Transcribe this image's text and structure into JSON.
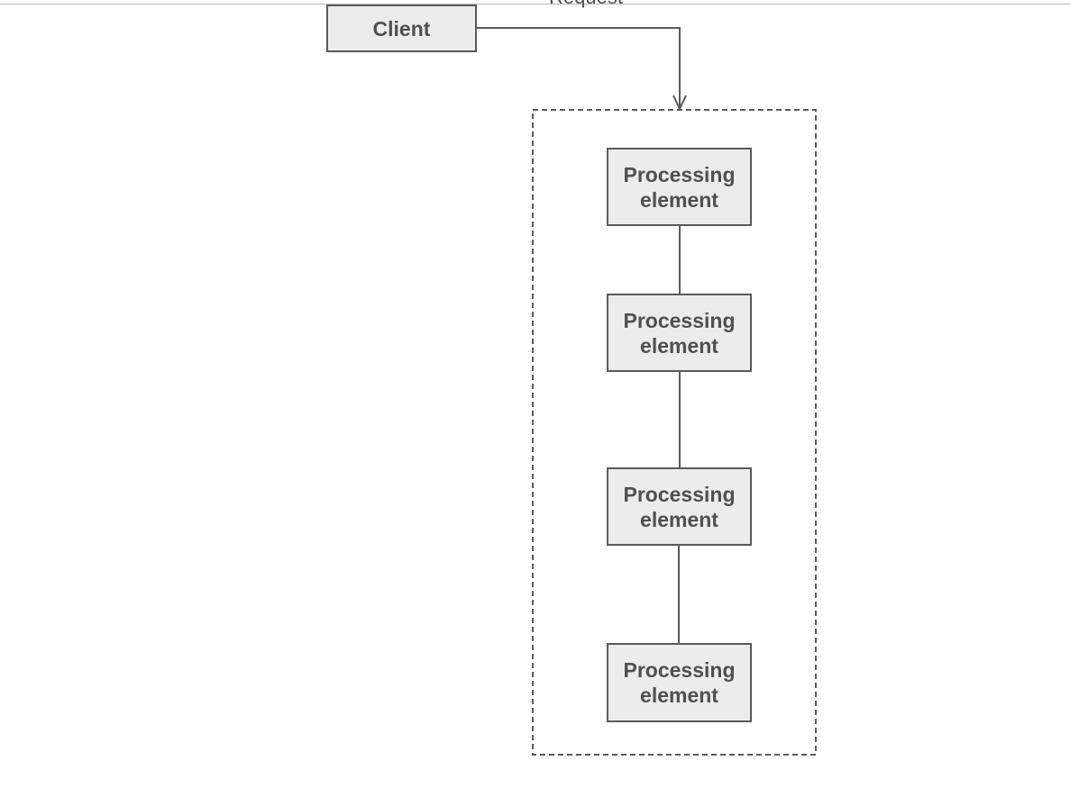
{
  "diagram": {
    "client": {
      "label": "Client"
    },
    "request_label": "Request",
    "processing_elements": [
      {
        "line1": "Processing",
        "line2": "element"
      },
      {
        "line1": "Processing",
        "line2": "element"
      },
      {
        "line1": "Processing",
        "line2": "element"
      },
      {
        "line1": "Processing",
        "line2": "element"
      }
    ]
  },
  "colors": {
    "box_fill": "#ececec",
    "box_border": "#5a5a5a",
    "text": "#4f4f4f",
    "connector": "#5a5a5a"
  }
}
